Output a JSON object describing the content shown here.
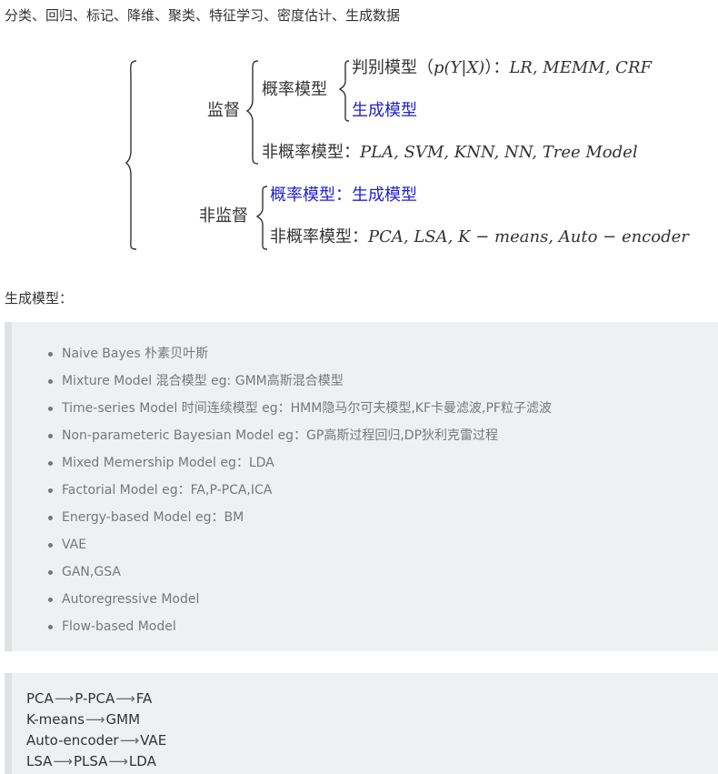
{
  "header": {
    "topics": "分类、回归、标记、降维、聚类、特征学习、密度估计、生成数据"
  },
  "math": {
    "supervised": "监督",
    "prob_model": "概率模型",
    "discriminative_prefix": "判别模型（",
    "discriminative_formula": "p(Y|X)",
    "discriminative_suffix": "）：",
    "discriminative_examples": "LR, MEMM, CRF",
    "generative": "生成模型",
    "nonprob_prefix": "非概率模型：",
    "nonprob_examples": "PLA, SVM, KNN, NN, Tree Model",
    "unsupervised": "非监督",
    "unsup_prob": "概率模型：生成模型",
    "unsup_nonprob_prefix": "非概率模型：",
    "unsup_nonprob_examples": "PCA, LSA, K − means, Auto − encoder"
  },
  "generative_section": {
    "label": "生成模型：",
    "items": [
      "Naive Bayes 朴素贝叶斯",
      "Mixture Model 混合模型 eg: GMM高斯混合模型",
      "Time-series Model 时间连续模型 eg：HMM隐马尔可夫模型,KF卡曼滤波,PF粒子滤波",
      "Non-parameteric Bayesian Model eg：GP高斯过程回归,DP狄利克雷过程",
      "Mixed Memership Model eg：LDA",
      "Factorial Model eg：FA,P-PCA,ICA",
      "Energy-based Model eg：BM",
      "VAE",
      "GAN,GSA",
      "Autoregressive Model",
      "Flow-based Model"
    ]
  },
  "relations": {
    "arrow": "⟶",
    "rows": [
      [
        "PCA",
        "P-PCA",
        "FA"
      ],
      [
        "K-means",
        "GMM"
      ],
      [
        "Auto-encoder",
        "VAE"
      ],
      [
        "LSA",
        "PLSA",
        "LDA"
      ]
    ]
  }
}
